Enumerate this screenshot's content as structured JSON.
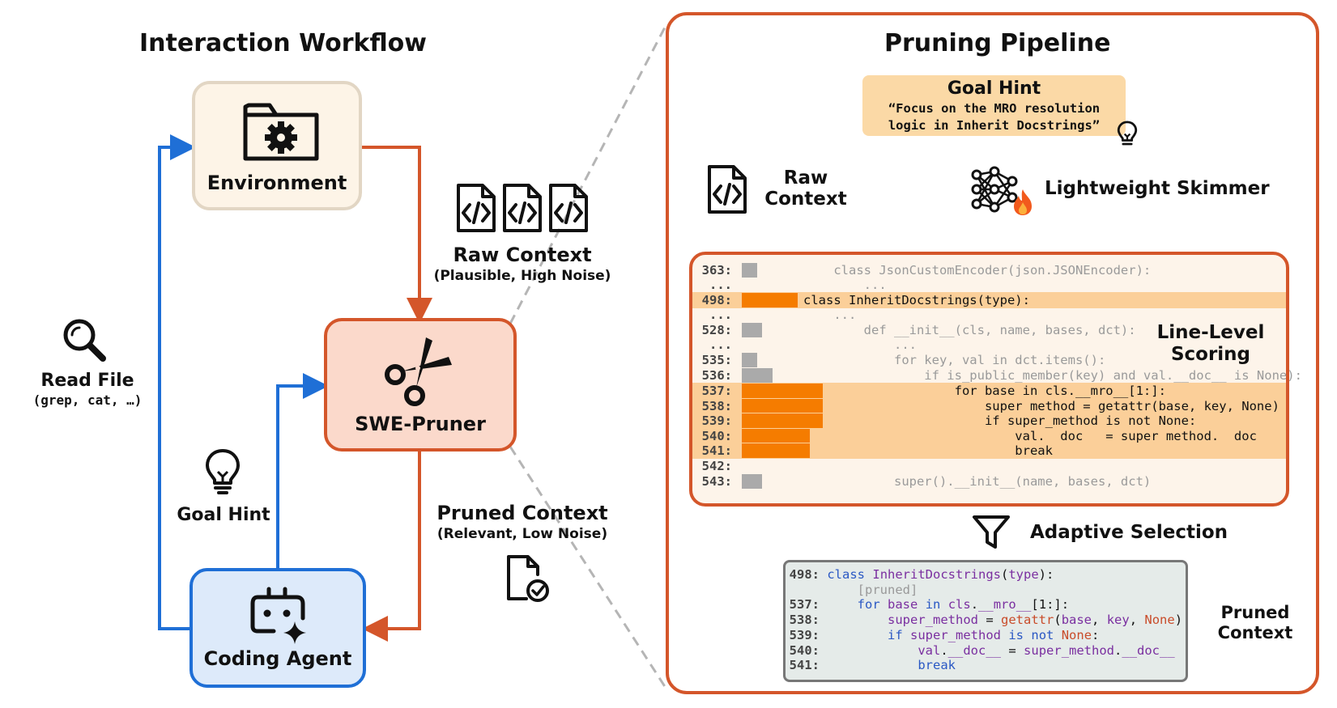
{
  "left": {
    "title": "Interaction Workflow",
    "environment_label": "Environment",
    "pruner_label": "SWE-Pruner",
    "agent_label": "Coding Agent",
    "read_file_label": "Read File",
    "read_file_sub": "(grep, cat, …)",
    "goal_hint_label": "Goal Hint",
    "raw_context_label": "Raw Context",
    "raw_context_sub": "(Plausible, High Noise)",
    "pruned_context_label": "Pruned Context",
    "pruned_context_sub": "(Relevant, Low Noise)"
  },
  "right": {
    "title": "Pruning Pipeline",
    "goal_hint_title": "Goal Hint",
    "goal_hint_line1": "“Focus on the MRO resolution",
    "goal_hint_line2": "logic in Inherit Docstrings”",
    "raw_context_line1": "Raw",
    "raw_context_line2": "Context",
    "skimmer_label": "Lightweight Skimmer",
    "scoring_line1": "Line-Level",
    "scoring_line2": "Scoring",
    "adaptive_label": "Adaptive Selection",
    "pruned_line1": "Pruned",
    "pruned_line2": "Context"
  },
  "scoring_rows": [
    {
      "ln": "363:",
      "code": "    class JsonCustomEncoder(json.JSONEncoder):",
      "score": 0.15,
      "hl": false
    },
    {
      "ln": "...",
      "code": "        ...",
      "score": 0,
      "hl": false
    },
    {
      "ln": "498:",
      "code": "class InheritDocstrings(type):",
      "score": 0.55,
      "hl": true
    },
    {
      "ln": "...",
      "code": "    ...",
      "score": 0,
      "hl": false
    },
    {
      "ln": "528:",
      "code": "        def __init__(cls, name, bases, dct):",
      "score": 0.2,
      "hl": false
    },
    {
      "ln": "...",
      "code": "            ...",
      "score": 0,
      "hl": false
    },
    {
      "ln": "535:",
      "code": "            for key, val in dct.items():",
      "score": 0.15,
      "hl": false
    },
    {
      "ln": "536:",
      "code": "                if is_public_member(key) and val.__doc__ is None):",
      "score": 0.3,
      "hl": false
    },
    {
      "ln": "537:",
      "code": "                    for base in cls.__mro__[1:]:",
      "score": 0.8,
      "hl": true
    },
    {
      "ln": "538:",
      "code": "                        super_method = getattr(base, key, None)",
      "score": 0.8,
      "hl": true
    },
    {
      "ln": "539:",
      "code": "                        if super_method is not None:",
      "score": 0.8,
      "hl": true
    },
    {
      "ln": "540:",
      "code": "                            val.__doc__ = super_method.__doc__",
      "score": 0.67,
      "hl": true
    },
    {
      "ln": "541:",
      "code": "                            break",
      "score": 0.67,
      "hl": true
    },
    {
      "ln": "542:",
      "code": "",
      "score": 0,
      "hl": false
    },
    {
      "ln": "543:",
      "code": "            super().__init__(name, bases, dct)",
      "score": 0.2,
      "hl": false
    }
  ],
  "pruned_rows": [
    {
      "ln": "498:",
      "text": "class InheritDocstrings(type):"
    },
    {
      "ln": "",
      "text": "[pruned]"
    },
    {
      "ln": "537:",
      "text": "for base in cls.__mro__[1:]:"
    },
    {
      "ln": "538:",
      "text": "super_method = getattr(base, key, None)"
    },
    {
      "ln": "539:",
      "text": "if super_method is not None:"
    },
    {
      "ln": "540:",
      "text": "val.__doc__ = super_method.__doc__"
    },
    {
      "ln": "541:",
      "text": "break"
    }
  ],
  "colors": {
    "orange": "#d4562a",
    "blue": "#1f6fd6",
    "bar_high": "#f57c00",
    "bar_low": "#aaaaaa",
    "highlight": "#fbcf99"
  },
  "icons": [
    "folder-gear-icon",
    "scissors-icon",
    "robot-icon",
    "magnifier-icon",
    "lightbulb-icon",
    "code-file-icon",
    "neural-net-icon",
    "fire-icon",
    "funnel-icon",
    "file-check-icon"
  ]
}
